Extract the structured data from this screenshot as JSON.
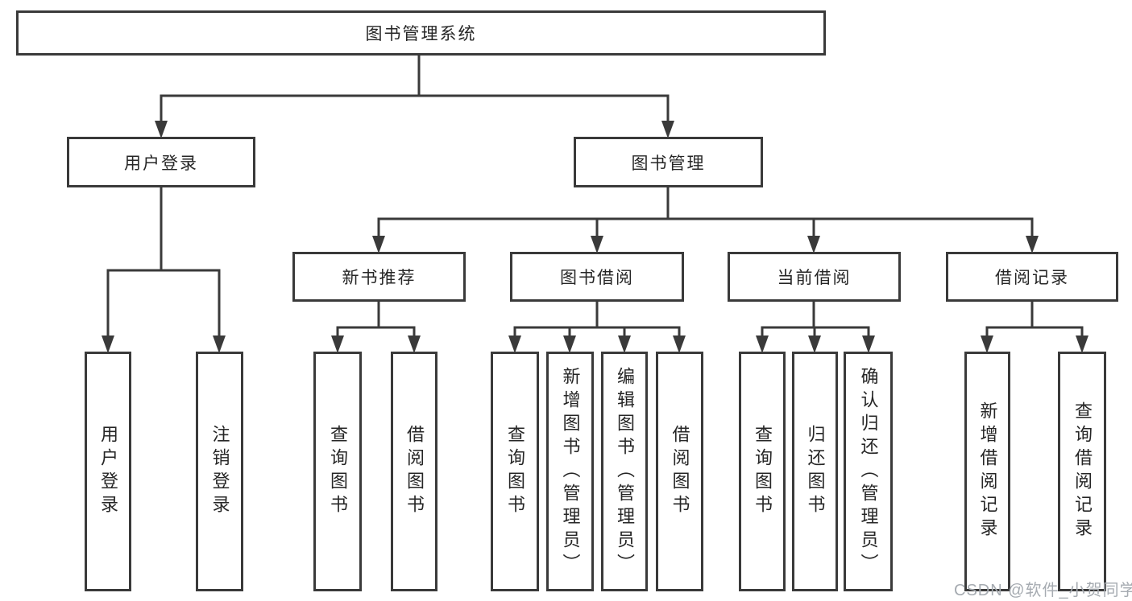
{
  "diagram": {
    "root": {
      "label": "图书管理系统",
      "children": [
        {
          "label": "用户登录",
          "children": [
            {
              "label": "用户登录"
            },
            {
              "label": "注销登录"
            }
          ]
        },
        {
          "label": "图书管理",
          "children": [
            {
              "label": "新书推荐",
              "children": [
                {
                  "label": "查询图书"
                },
                {
                  "label": "借阅图书"
                }
              ]
            },
            {
              "label": "图书借阅",
              "children": [
                {
                  "label": "查询图书"
                },
                {
                  "label": "新增图书（管理员）"
                },
                {
                  "label": "编辑图书（管理员）"
                },
                {
                  "label": "借阅图书"
                }
              ]
            },
            {
              "label": "当前借阅",
              "children": [
                {
                  "label": "查询图书"
                },
                {
                  "label": "归还图书"
                },
                {
                  "label": "确认归还（管理员）"
                }
              ]
            },
            {
              "label": "借阅记录",
              "children": [
                {
                  "label": "新增借阅记录"
                },
                {
                  "label": "查询借阅记录"
                }
              ]
            }
          ]
        }
      ]
    }
  },
  "watermark": {
    "text": "CSDN @软件_小贺同学"
  },
  "colors": {
    "line": "#3a3a3a",
    "text": "#262626",
    "watermark_text": "#a6abb1",
    "background": "#ffffff"
  }
}
